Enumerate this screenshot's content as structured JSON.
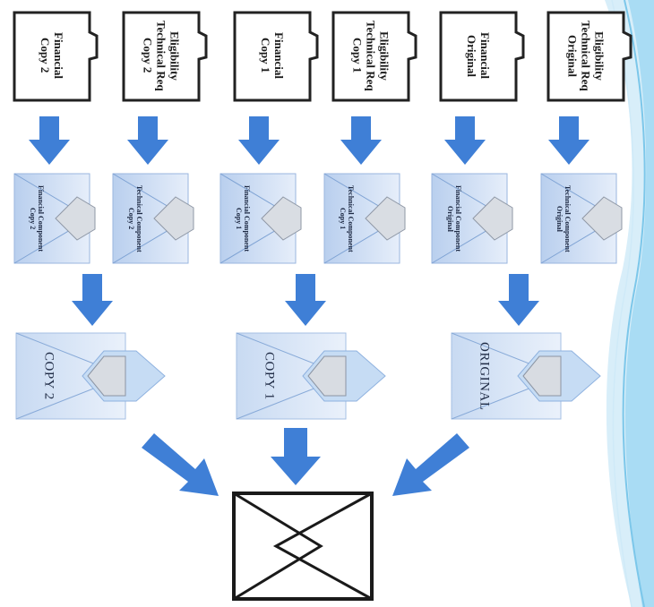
{
  "documents": [
    {
      "label": "Financial\nCopy 2"
    },
    {
      "label": "Eligibility\nTechnical Req\nCopy 2"
    },
    {
      "label": "Financial\nCopy 1"
    },
    {
      "label": "Eligibility\nTechnical Req\nCopy 1"
    },
    {
      "label": "Financial\nOriginal"
    },
    {
      "label": "Eligibility\nTechnical Req\nOriginal"
    }
  ],
  "components": [
    {
      "label": "Financial Component\nCopy 2"
    },
    {
      "label": "Technical Component\nCopy 2"
    },
    {
      "label": "Financial Component\nCopy 1"
    },
    {
      "label": "Technical Component\nCopy 1"
    },
    {
      "label": "Financial Component\nOriginal"
    },
    {
      "label": "Technical Component\nOriginal"
    }
  ],
  "envelopes": [
    {
      "label": "COPY 2"
    },
    {
      "label": "COPY 1"
    },
    {
      "label": "ORIGINAL"
    }
  ],
  "colors": {
    "arrow": "#3f7fd6",
    "envelope_light": "#dfe9f7",
    "envelope_mid": "#a9c3e6",
    "envelope_dark": "#7fa3d4",
    "folder_fill": "#ffffff",
    "folder_stroke": "#222222",
    "wave": "#bfe3f5"
  }
}
